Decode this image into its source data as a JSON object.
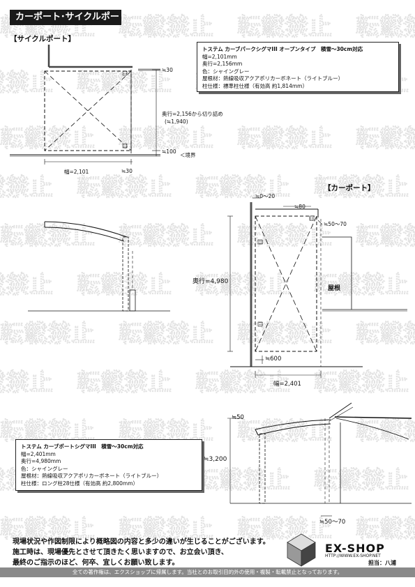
{
  "title": "カーポート･サイクルポート",
  "watermark_text": "転載禁止",
  "cycle": {
    "label": "【サイクルポート】",
    "spec": {
      "heading": "トステム カーブパークシグマIII オープンタイプ　積雪～30cm対応",
      "lines": [
        "幅=2,101mm",
        "奥行=2,156mm",
        "色：シャイングレー",
        "屋根材：熱線吸収アクアポリカーボネート（ライトブルー）",
        "柱仕様：標準柱仕様（有効高 約1,814mm）"
      ]
    },
    "dims": {
      "top_gap": "≒30",
      "depth": "奥行=2,156から切り詰め",
      "depth_approx": "(≒1,940)",
      "bottom_gap": "≒100",
      "boundary": "＜境界",
      "width": "幅=2,101",
      "right_gap": "≒30"
    }
  },
  "carport": {
    "label": "【カーポート】",
    "dims": {
      "top_offset": "≒0～20",
      "gap80": "≒80",
      "gap50_70": "≒50～70",
      "roof_label": "屋根",
      "depth": "奥行=4,980",
      "gap600": "≒600",
      "width": "幅=2,401"
    },
    "spec": {
      "heading": "トステム カーブポートシグマIII　積雪～30cm対応",
      "lines": [
        "幅=2,401mm",
        "奥行=4,980mm",
        "色：シャイングレー",
        "屋根材：熱線吸収アクアポリカーボネート（ライトブルー）",
        "柱仕様：ロング柱28仕様（有効高 約2,800mm）"
      ]
    },
    "elev": {
      "top": "≒50",
      "height": "≒3,200",
      "bottom": "≒50～70"
    }
  },
  "notes": [
    "現場状況や作図制限により概略図の内容と多少の違いが生じることがございます。",
    "施工時は、現場優先とさせて頂きたく思いますので、お立会い頂き、",
    "最終のご指示のほど、何卒、宜しくお願い致します。"
  ],
  "footer": "全ての著作権は、エクスショップに帰属します。当社とのお取引目的外の使用・複製・転載禁止となっております。",
  "logo": {
    "name": "EX-SHOP",
    "url": "HTTP://WWW.EX-SHOP.NET",
    "staff": "担当：八浦"
  }
}
